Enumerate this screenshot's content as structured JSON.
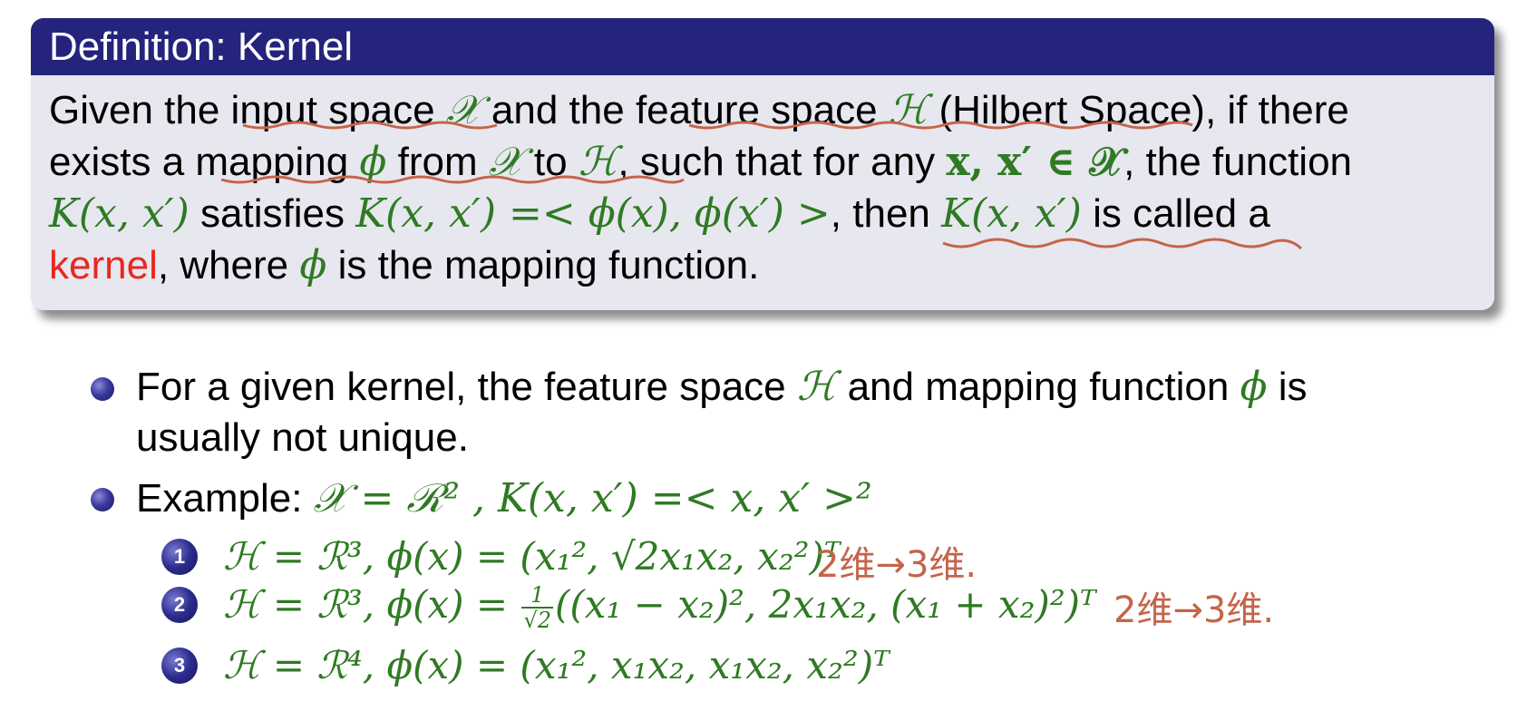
{
  "definition": {
    "title": "Definition: Kernel",
    "line1": {
      "a": "Given the input space ",
      "b": "𝒳",
      "c": " and the feature space ",
      "d": "ℋ",
      "e": " (Hilbert Space), if there"
    },
    "line2": {
      "a": "exists a mapping ",
      "b": "ϕ",
      "c": " from ",
      "d": "𝒳",
      "e": " to ",
      "f": "ℋ",
      "g": ", such that for any ",
      "h": "x, x′ ∈ 𝒳",
      "i": ", the function"
    },
    "line3": {
      "a": "K(x, x′)",
      "b": " satisfies ",
      "c": "K(x, x′) =< ϕ(x), ϕ(x′) >",
      "d": ", then ",
      "e": "K(x, x′)",
      "f": " is called a"
    },
    "line4": {
      "a": "kernel",
      "b": ", where ",
      "c": "ϕ",
      "d": " is the mapping function."
    }
  },
  "bullets": {
    "b1": {
      "a": "For a given kernel, the feature space ",
      "b": "ℋ",
      "c": " and mapping function ",
      "d": "ϕ",
      "e": " is",
      "f": "usually not unique."
    },
    "b2": {
      "a": "Example: ",
      "b": "𝒳 = ℛ² , K(x, x′) =< x, x′ >²"
    }
  },
  "examples": [
    {
      "num": "1",
      "expr": "ℋ = ℛ³, ϕ(x) = (x₁², √2x₁x₂, x₂²)ᵀ",
      "note": "2维→3维."
    },
    {
      "num": "2",
      "expr_pre": "ℋ = ℛ³, ϕ(x) = ",
      "frac_num": "1",
      "frac_den": "√2",
      "expr_post": "((x₁ − x₂)², 2x₁x₂, (x₁ + x₂)²)ᵀ",
      "note": "2维→3维."
    },
    {
      "num": "3",
      "expr": "ℋ = ℛ⁴, ϕ(x) = (x₁², x₁x₂, x₁x₂, x₂²)ᵀ"
    }
  ],
  "colors": {
    "header_bg": "#24247d",
    "box_bg": "#e7e7ef",
    "math_green": "#2f7a23",
    "kernel_red": "#e8281f",
    "handwriting": "#c5644a"
  }
}
